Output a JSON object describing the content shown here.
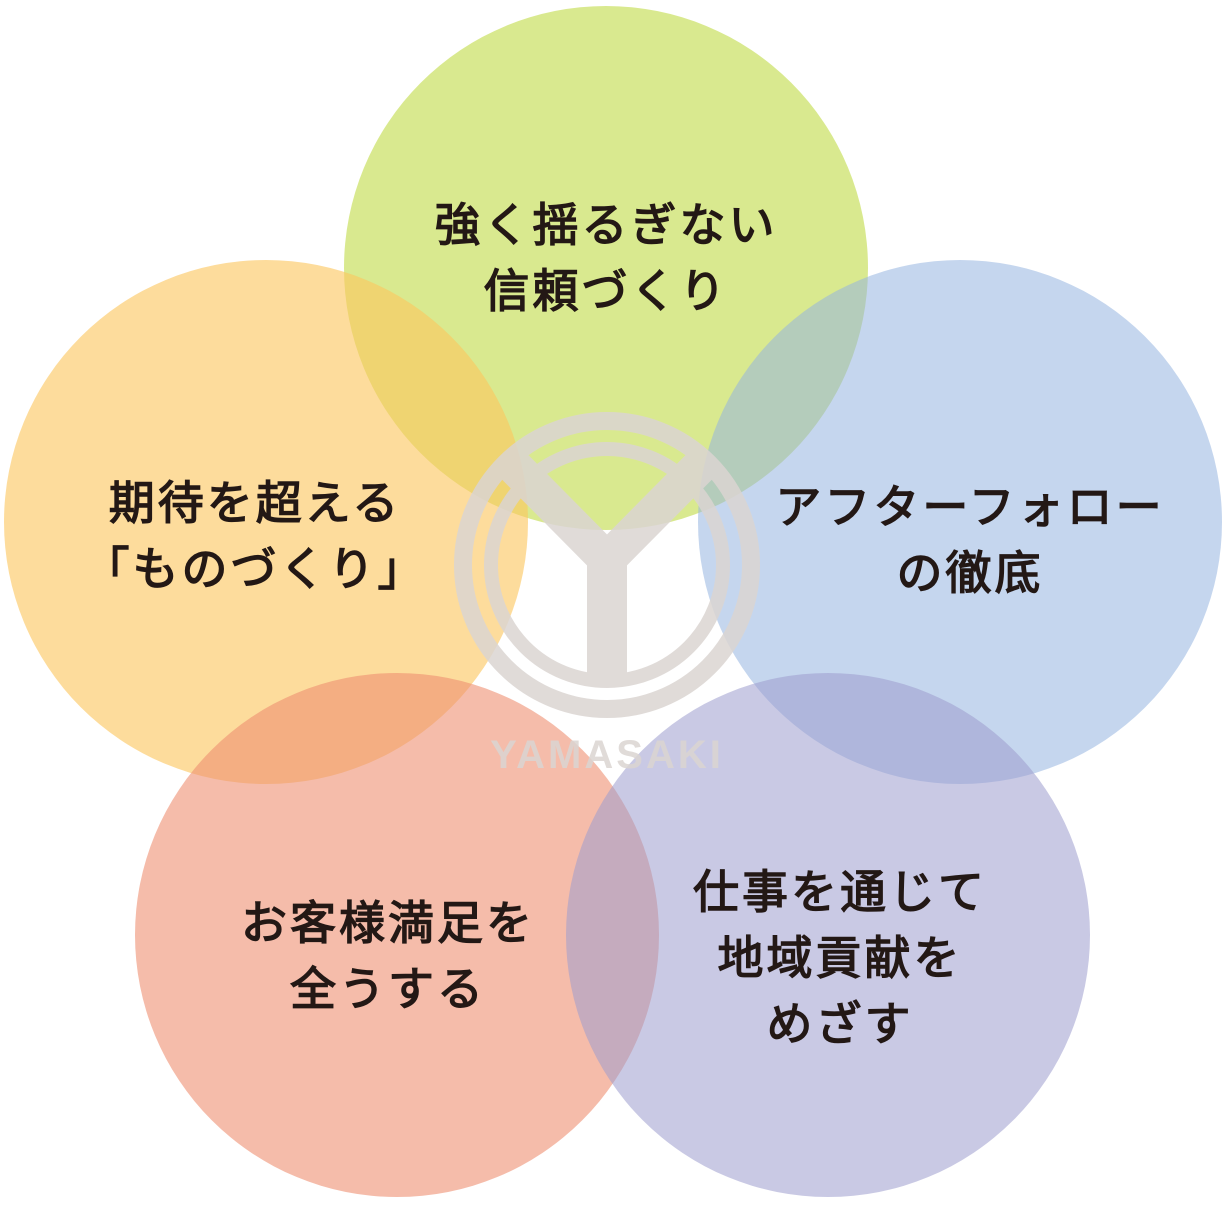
{
  "logo": {
    "text": "YAMASAKI",
    "color": "#dbd5d2"
  },
  "values": [
    {
      "id": "top",
      "lines": [
        "強く揺るぎない",
        "信頼づくり"
      ],
      "color": "#c2db4a"
    },
    {
      "id": "left",
      "lines": [
        "期待を超える",
        "「ものづくり」"
      ],
      "color": "#fbc65f"
    },
    {
      "id": "right",
      "lines": [
        "アフターフォロー",
        "の徹底"
      ],
      "color": "#95b4e0"
    },
    {
      "id": "bottom-left",
      "lines": [
        "お客様満足を",
        "全うする"
      ],
      "color": "#ef8f72"
    },
    {
      "id": "bottom-right",
      "lines": [
        "仕事を通じて",
        "地域貢献を",
        "めざす"
      ],
      "color": "#9c9cce"
    }
  ]
}
